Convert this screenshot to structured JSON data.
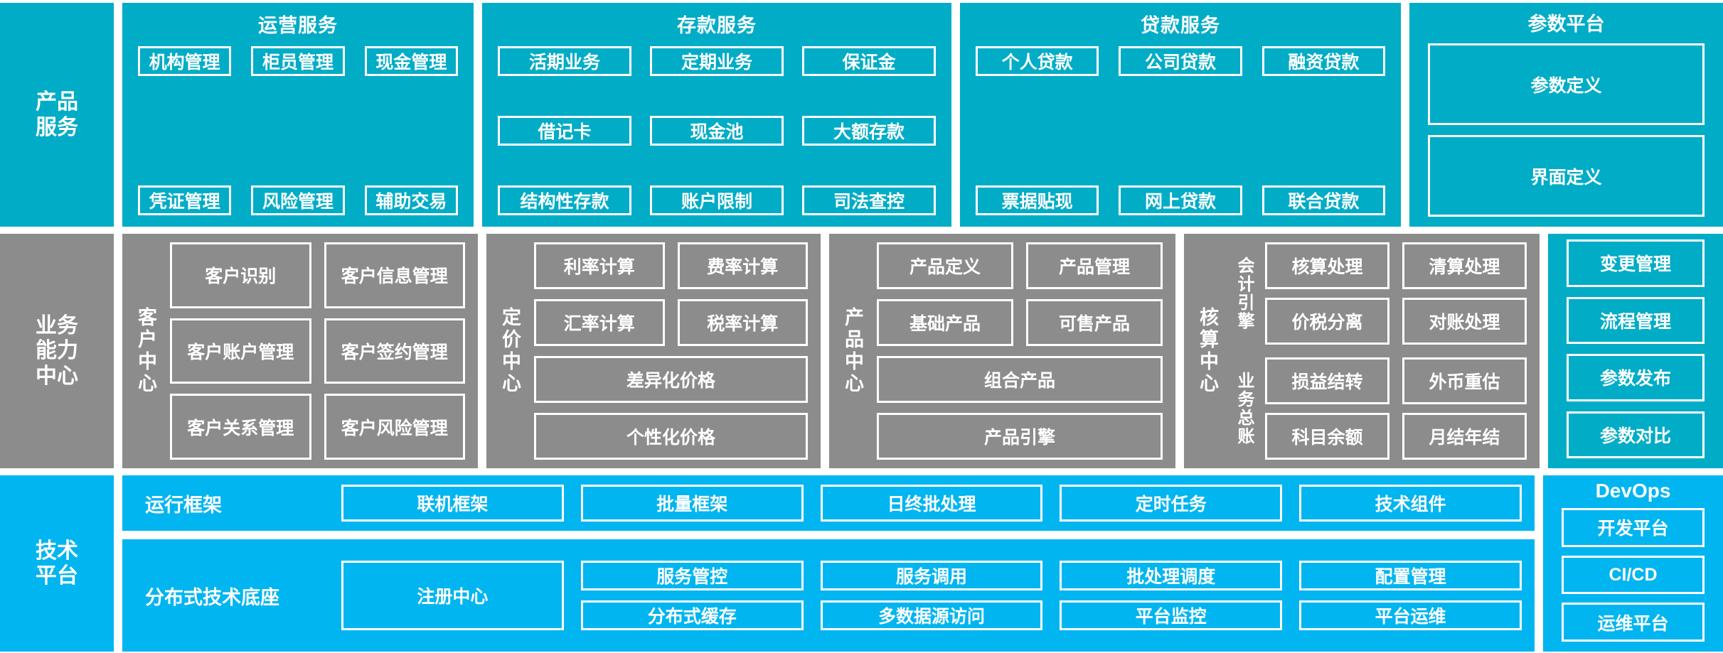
{
  "colors": {
    "teal": "#00ACC6",
    "grey": "#8C8C8C",
    "bright_blue": "#00B5F0",
    "border": "#FFFFFF",
    "text": "#FFFFFF"
  },
  "product_service": {
    "rail_label": "产品\n服务",
    "groups": [
      {
        "title": "运营服务",
        "items": [
          "机构管理",
          "柜员管理",
          "现金管理",
          "凭证管理",
          "风险管理",
          "辅助交易"
        ]
      },
      {
        "title": "存款服务",
        "items": [
          "活期业务",
          "定期业务",
          "保证金",
          "借记卡",
          "现金池",
          "大额存款",
          "结构性存款",
          "账户限制",
          "司法查控"
        ]
      },
      {
        "title": "贷款服务",
        "items": [
          "个人贷款",
          "公司贷款",
          "融资贷款",
          "票据贴现",
          "网上贷款",
          "联合贷款"
        ]
      }
    ]
  },
  "parameter_platform": {
    "title": "参数平台",
    "items": [
      "参数定义",
      "界面定义",
      "变更管理",
      "流程管理",
      "参数发布",
      "参数对比"
    ]
  },
  "business_capability": {
    "rail_label": "业务\n能力\n中心",
    "centers": [
      {
        "label": "客户中心",
        "items": [
          "客户识别",
          "客户信息管理",
          "客户账户管理",
          "客户签约管理",
          "客户关系管理",
          "客户风险管理"
        ]
      },
      {
        "label": "定价中心",
        "items": [
          "利率计算",
          "费率计算",
          "汇率计算",
          "税率计算",
          "差异化价格",
          "个性化价格"
        ]
      },
      {
        "label": "产品中心",
        "items": [
          "产品定义",
          "产品管理",
          "基础产品",
          "可售产品",
          "组合产品",
          "产品引擎"
        ]
      },
      {
        "label": "核算中心",
        "subgroups": [
          {
            "label": "会计引擎",
            "items": [
              "核算处理",
              "清算处理",
              "价税分离",
              "对账处理"
            ]
          },
          {
            "label": "业务总账",
            "items": [
              "损益结转",
              "外币重估",
              "科目余额",
              "月结年结"
            ]
          }
        ]
      }
    ]
  },
  "technology_platform": {
    "rail_label": "技术\n平台",
    "runtime_framework": {
      "label": "运行框架",
      "items": [
        "联机框架",
        "批量框架",
        "日终批处理",
        "定时任务",
        "技术组件"
      ]
    },
    "distributed_base": {
      "label": "分布式技术底座",
      "columns": [
        {
          "items": [
            "注册中心"
          ]
        },
        {
          "items": [
            "服务管控",
            "分布式缓存"
          ]
        },
        {
          "items": [
            "服务调用",
            "多数据源访问"
          ]
        },
        {
          "items": [
            "批处理调度",
            "平台监控"
          ]
        },
        {
          "items": [
            "配置管理",
            "平台运维"
          ]
        }
      ]
    }
  },
  "devops": {
    "title": "DevOps",
    "items": [
      "开发平台",
      "CI/CD",
      "运维平台"
    ]
  }
}
